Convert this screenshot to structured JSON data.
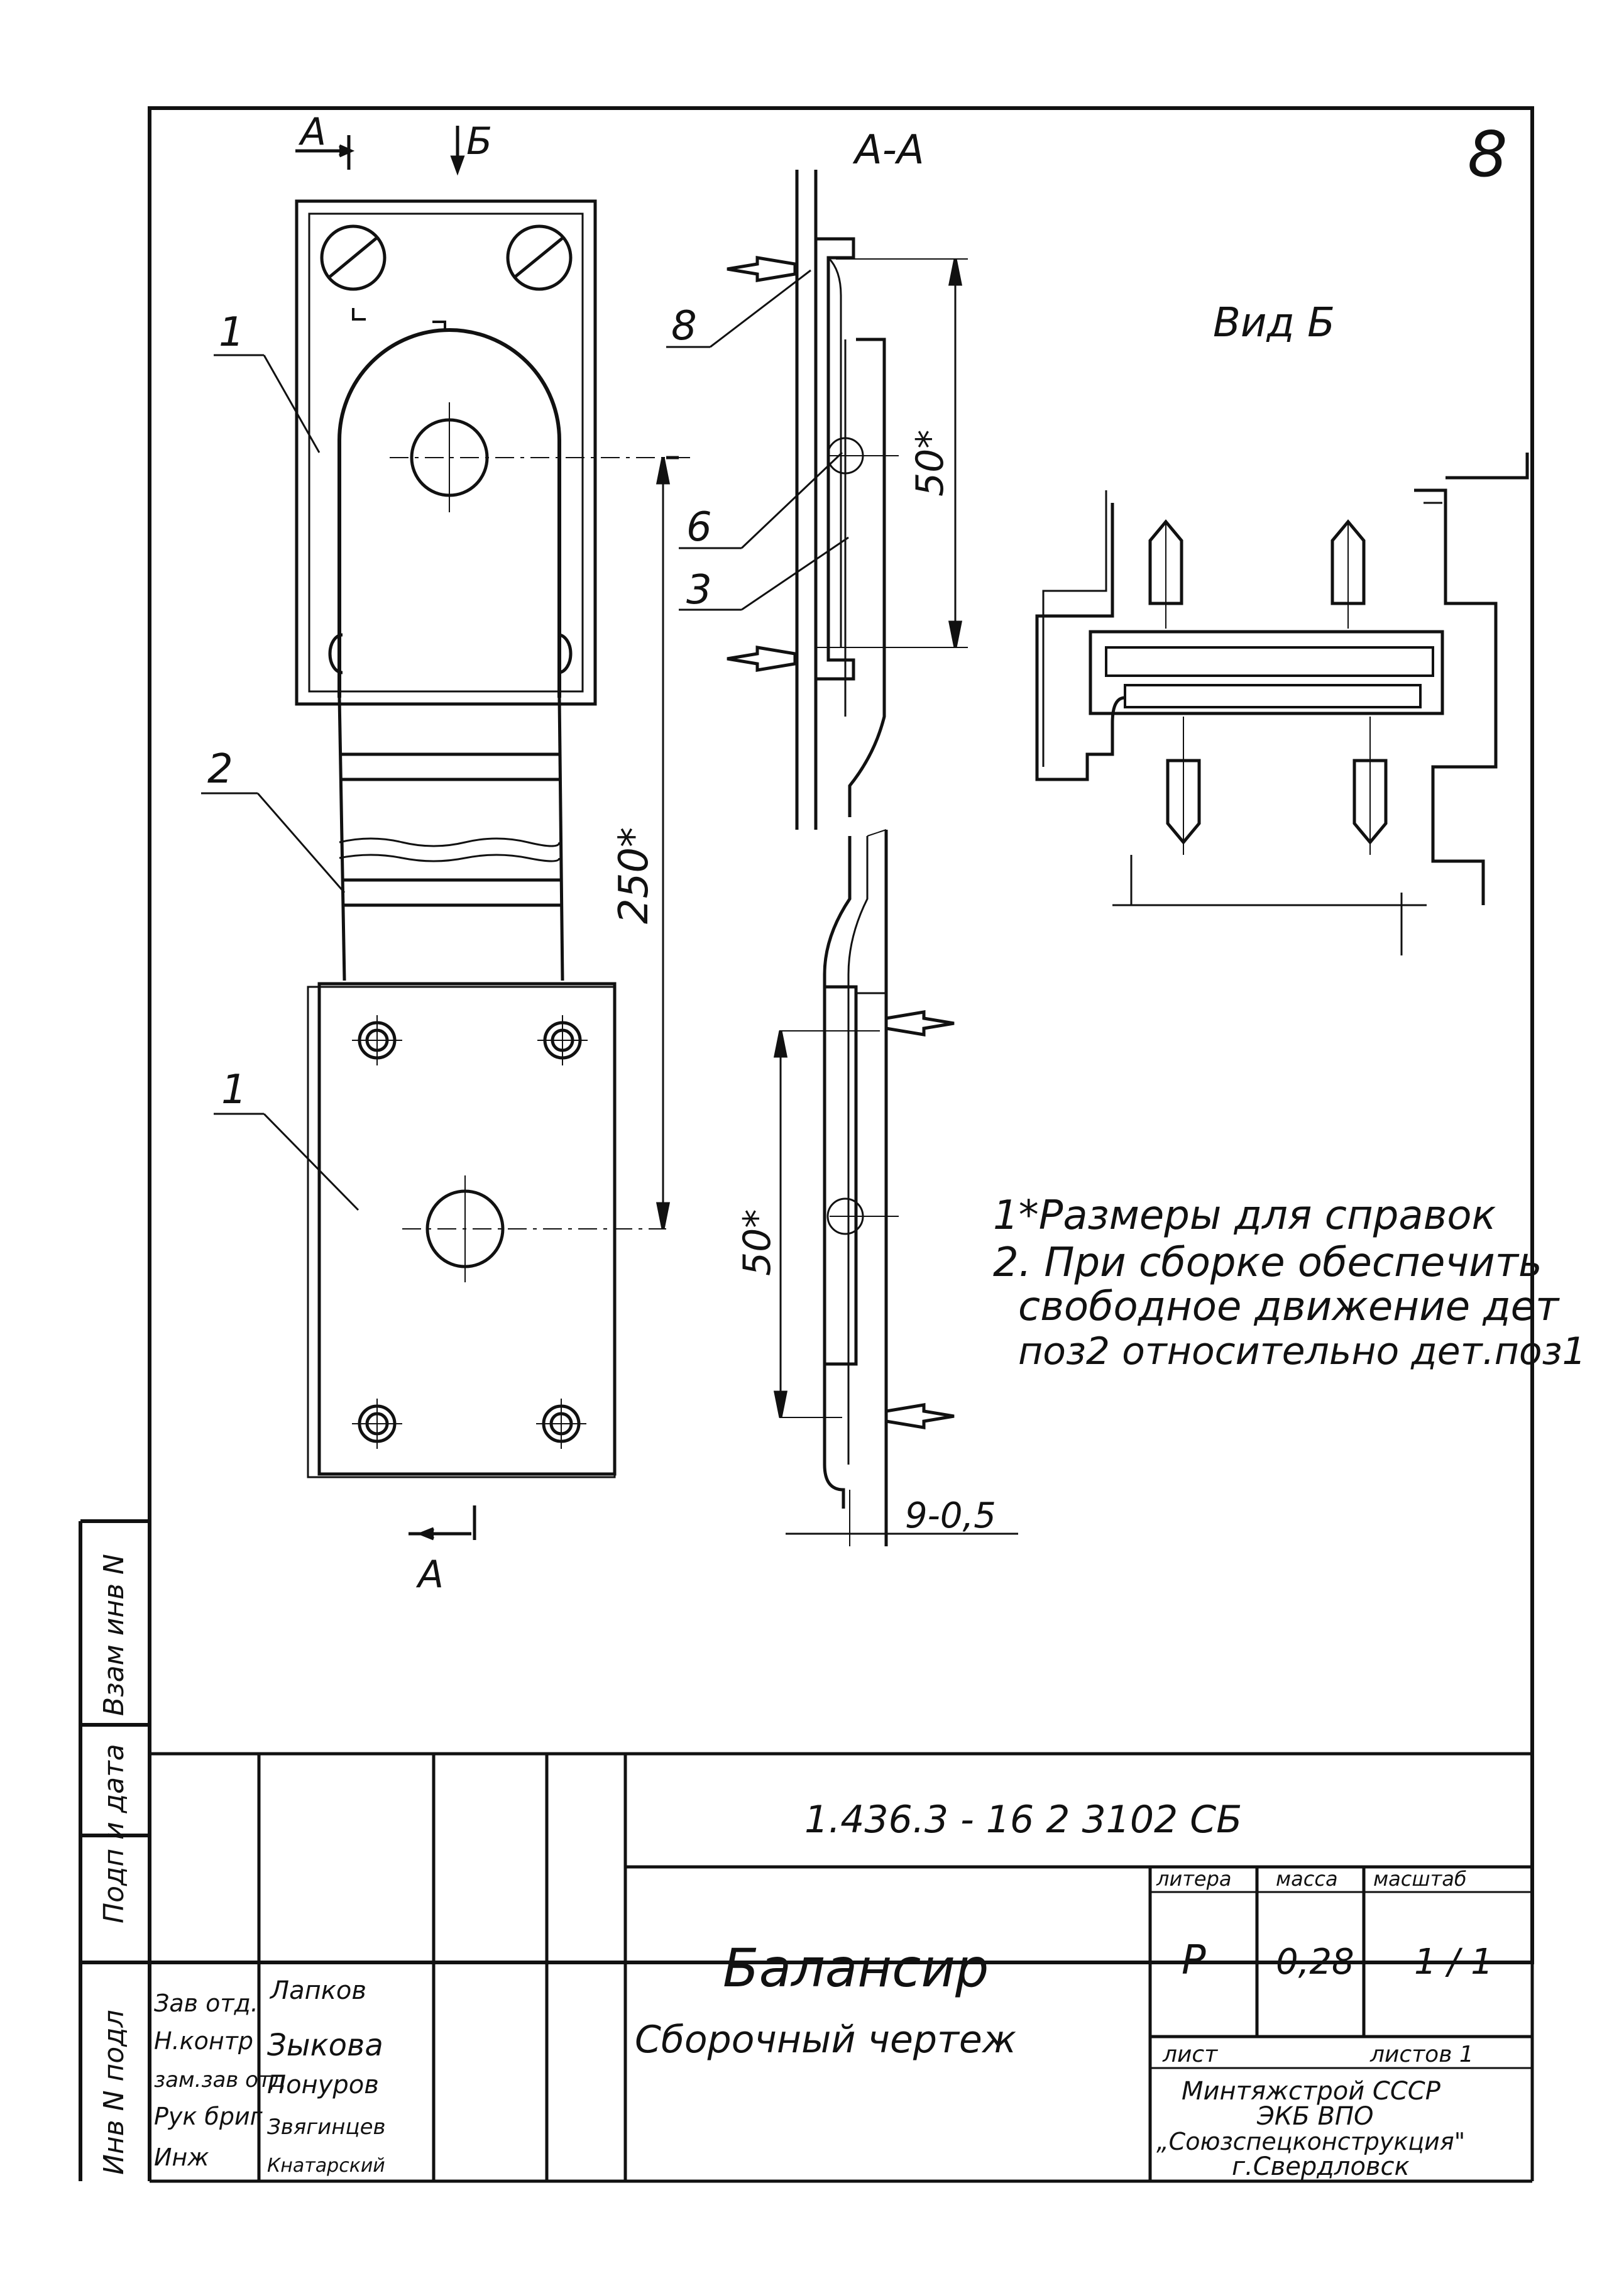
{
  "sheet_number": "8",
  "labels": {
    "section_a_top": "А",
    "view_b_arrow": "Б",
    "section_a_bottom": "А",
    "section_title": "А-А",
    "view_title": "Вид Б"
  },
  "callouts": {
    "pos1_upper": "1",
    "pos2": "2",
    "pos1_lower": "1",
    "pos8": "8",
    "pos6": "6",
    "pos3": "3"
  },
  "dimensions": {
    "d250": "250*",
    "d50_upper": "50*",
    "d50_lower": "50*",
    "d9": "9-0,5"
  },
  "notes": [
    "1*Размеры для справок",
    "2. При сборке обеспечить",
    "свободное движение дет",
    "поз2 относительно дет.поз1"
  ],
  "side_stamp": {
    "vzam": "Взам инв N",
    "podp": "Подп и дата",
    "inv": "Инв N подл"
  },
  "title_block": {
    "designation": "1.436.3 - 16 2   3102 СБ",
    "name": "Балансир",
    "doc_type": "Сборочный чертеж",
    "hdr_litera": "литера",
    "hdr_massa": "масса",
    "hdr_scale": "масштаб",
    "litera": "Р",
    "massa": "0,28",
    "scale": "1 / 1",
    "list": "лист",
    "listov": "листов 1",
    "org_lines": [
      "Минтяжстрой СССР",
      "ЭКБ ВПО",
      "„Союзспецконструкция\"",
      "г.Свердловск"
    ]
  },
  "signatures": {
    "roles": [
      "Зав отд.",
      "Н.контр",
      "зам.зав отд",
      "Рук бриг",
      "Инж"
    ],
    "names": [
      "Лапков",
      "Зыкова",
      "Понуров",
      "Звягинцев",
      "Кнатарский"
    ]
  }
}
